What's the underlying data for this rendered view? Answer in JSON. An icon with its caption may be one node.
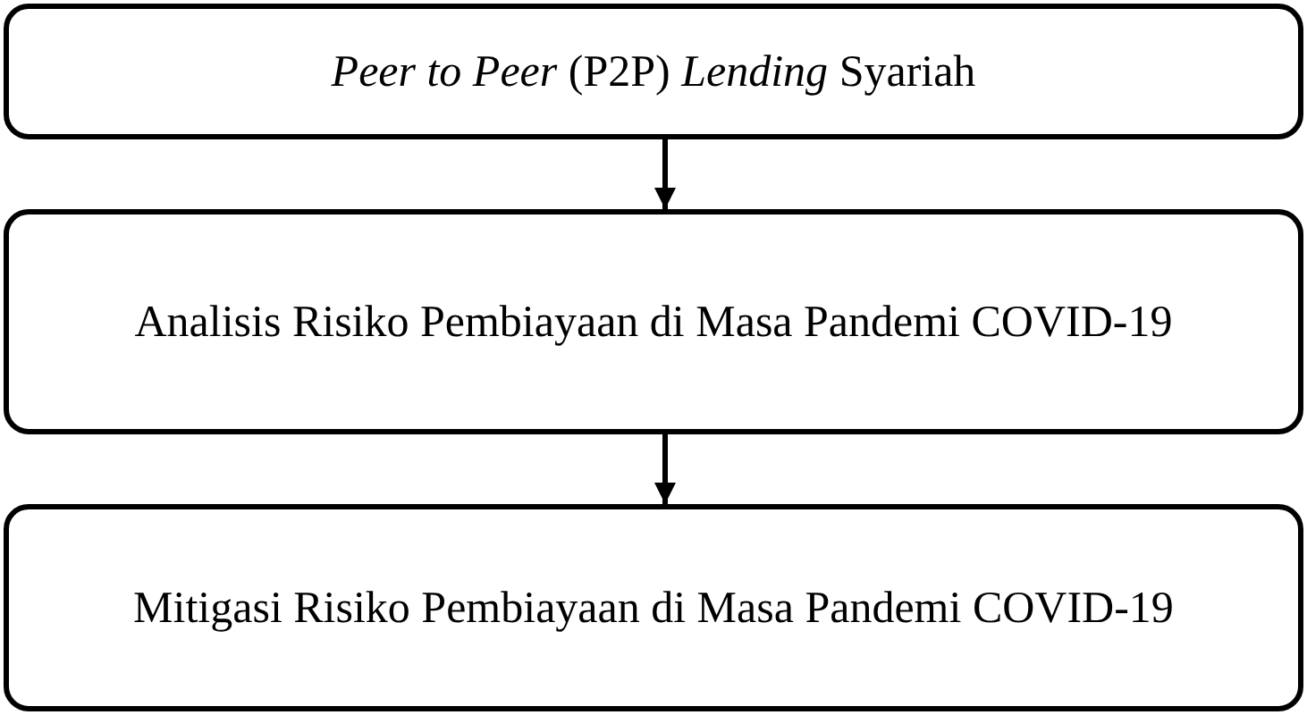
{
  "diagram": {
    "nodes": [
      {
        "text": [
          "*Peer to Peer* (P2P) *Lending* Syariah"
        ]
      },
      {
        "text": [
          "Analisis Risiko Pembiayaan di Masa Pandemi COVID-19"
        ]
      },
      {
        "text": [
          "Mitigasi Risiko Pembiayaan di Masa Pandemi COVID-19"
        ]
      }
    ],
    "edges": [
      {
        "from": 0,
        "to": 1,
        "arrow": "to"
      },
      {
        "from": 1,
        "to": 2,
        "arrow": "to"
      }
    ]
  }
}
